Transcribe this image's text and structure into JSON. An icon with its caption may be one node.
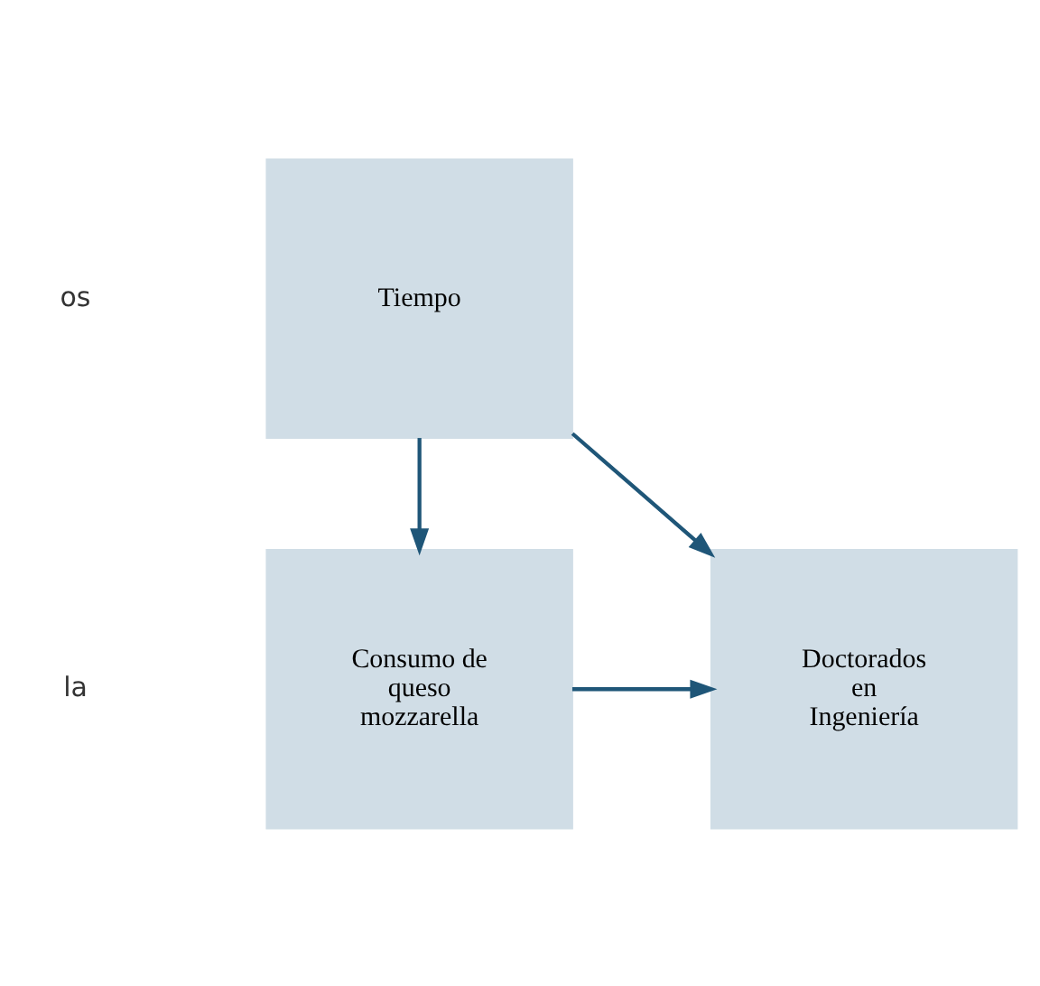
{
  "diagram": {
    "nodes": [
      {
        "text": [
          "Tiempo"
        ]
      },
      {
        "text": [
          "Consumo de queso mozzarella"
        ]
      },
      {
        "text": [
          "Doctorados en Ingeniería"
        ]
      }
    ],
    "edges": [
      {
        "from": 0,
        "to": 1,
        "arrow": "to"
      },
      {
        "from": 0,
        "to": 2,
        "arrow": "to"
      },
      {
        "from": 1,
        "to": 2,
        "arrow": "to"
      }
    ],
    "labels": [
      "os",
      "la"
    ]
  }
}
